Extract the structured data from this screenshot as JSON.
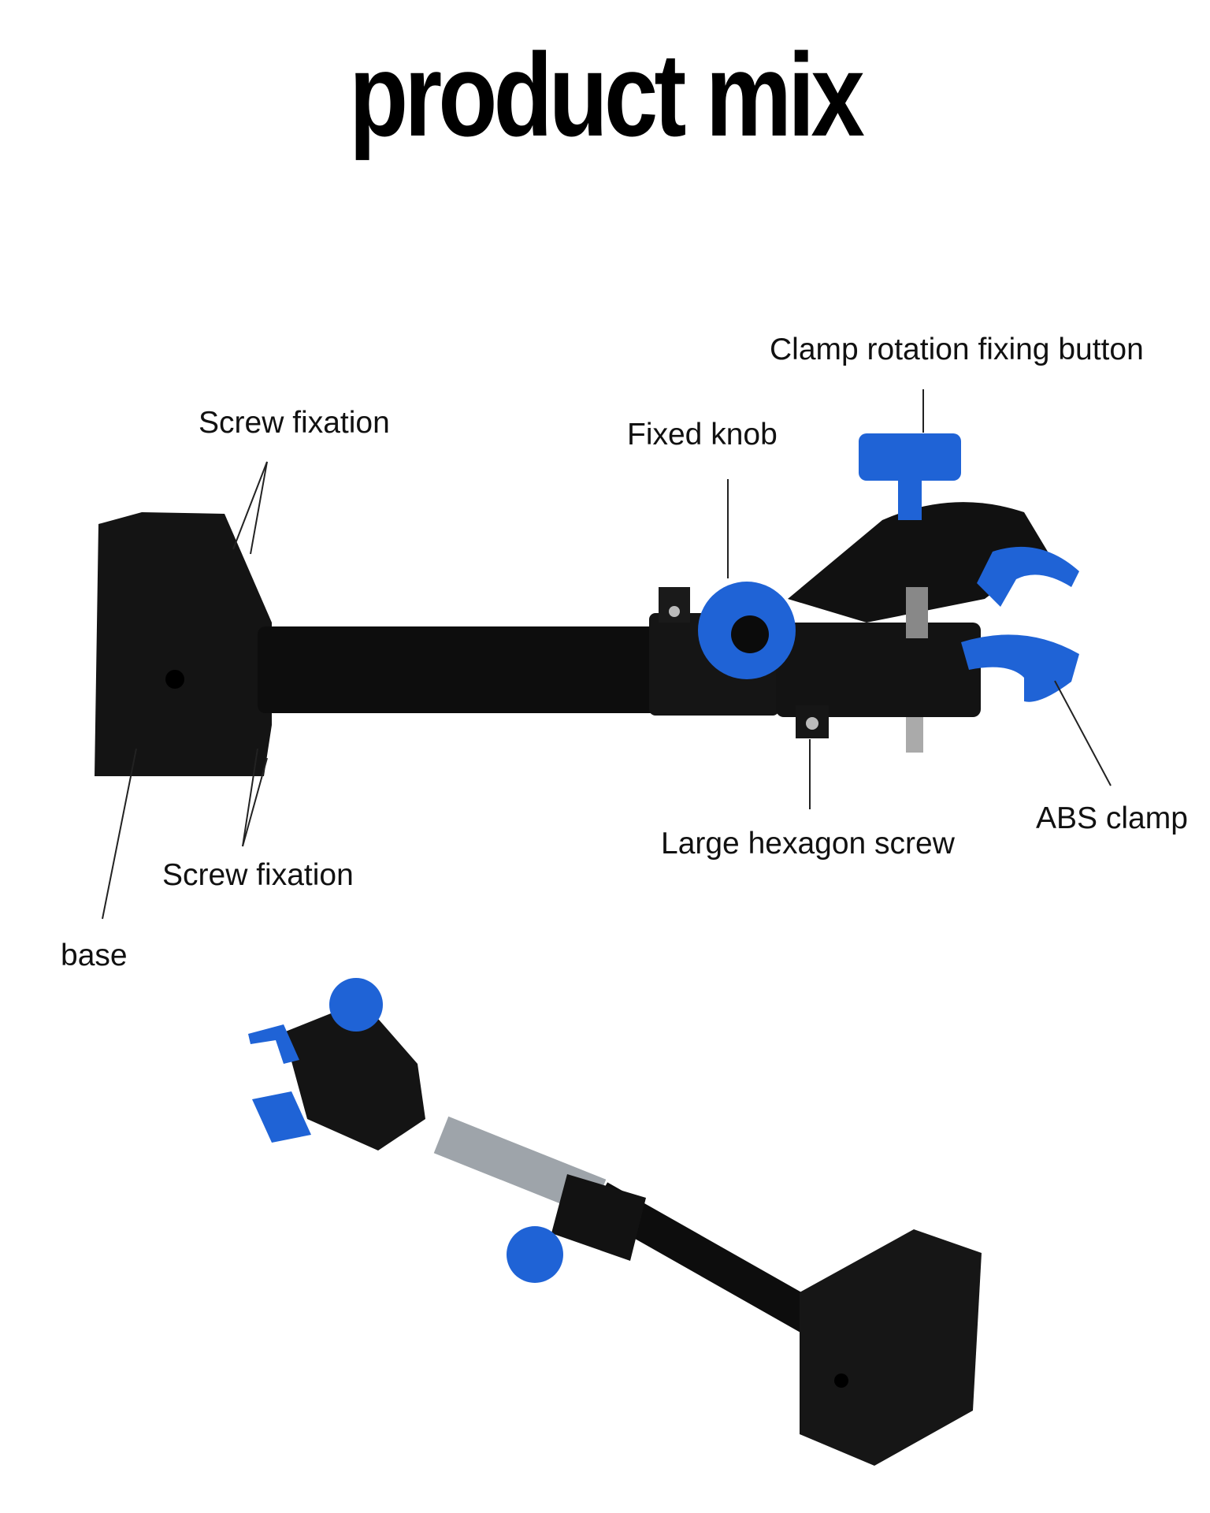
{
  "title": "product mix",
  "labels": {
    "clamp_rotation": "Clamp rotation fixing button",
    "screw_fixation_top": "Screw fixation",
    "fixed_knob": "Fixed knob",
    "large_hexagon_screw": "Large hexagon screw",
    "abs_clamp": "ABS clamp",
    "screw_fixation_bottom": "Screw fixation",
    "base": "base"
  },
  "colors": {
    "body": "#111111",
    "accent_blue": "#1f63d6",
    "tube_gray": "#9ea4aa"
  }
}
